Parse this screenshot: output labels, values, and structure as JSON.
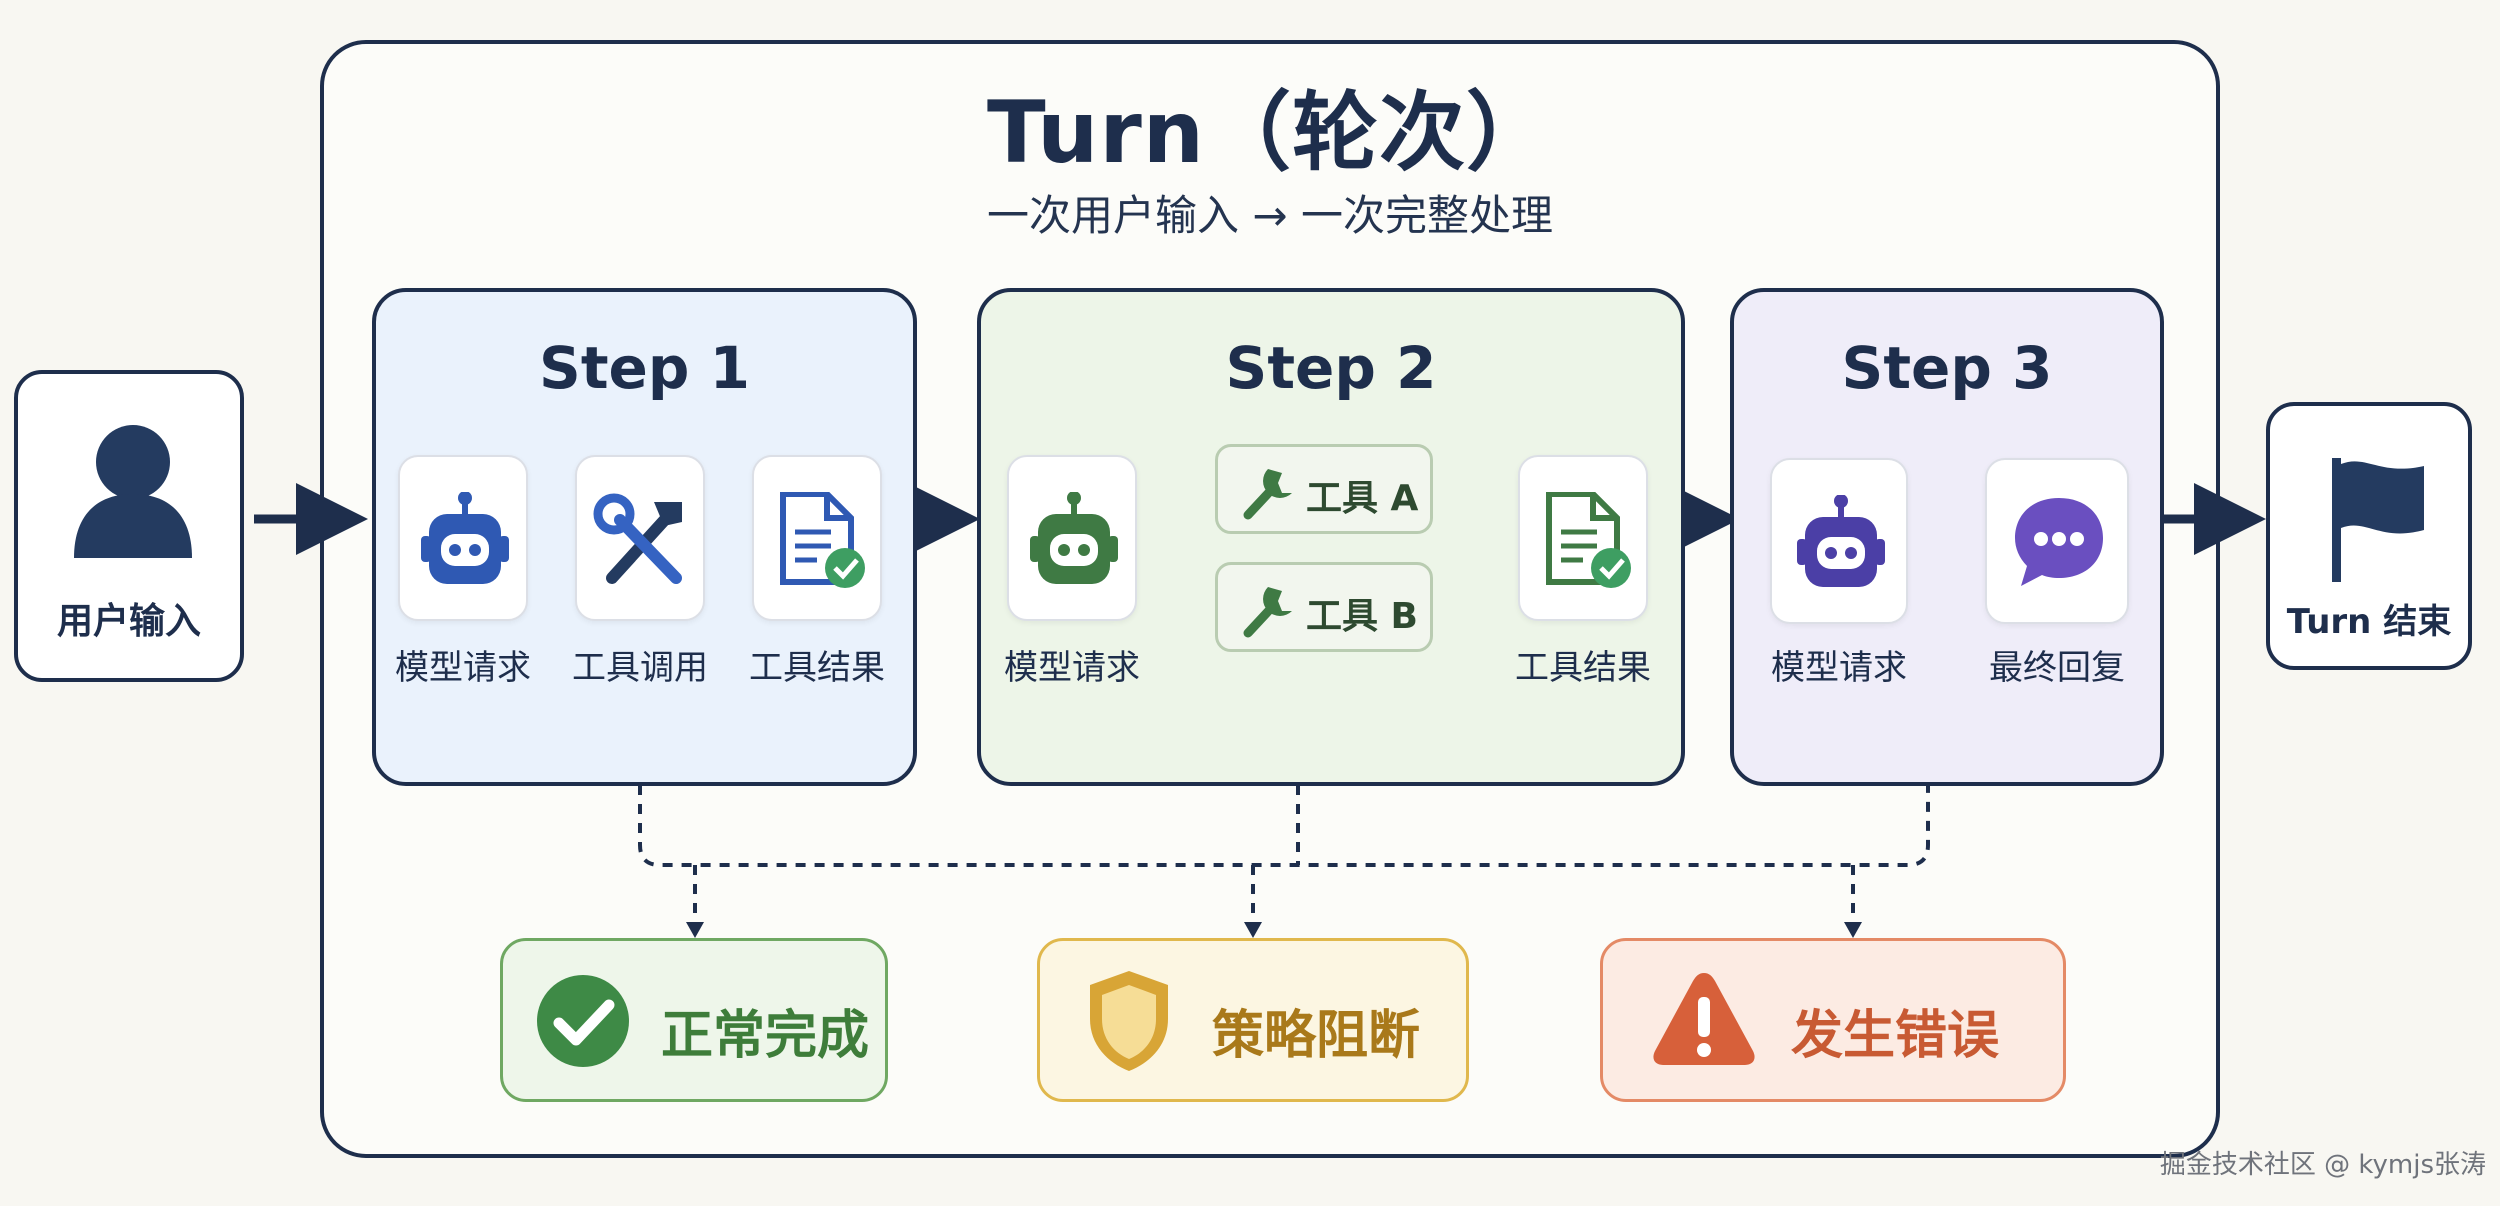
{
  "title": "Turn（轮次）",
  "subtitle": "一次用户输入 → 一次完整处理",
  "start_label": "用户输入",
  "end_label": "Turn 结束",
  "steps": [
    {
      "title": "Step 1",
      "nodes": [
        "模型请求",
        "工具调用",
        "工具结果"
      ]
    },
    {
      "title": "Step 2",
      "nodes": [
        "模型请求",
        "工具结果"
      ],
      "tools": [
        "工具 A",
        "工具 B"
      ]
    },
    {
      "title": "Step 3",
      "nodes": [
        "模型请求",
        "最终回复"
      ]
    }
  ],
  "outcomes": [
    {
      "label": "正常完成",
      "color": "#3e7d3a"
    },
    {
      "label": "策略阻断",
      "color": "#a9791a"
    },
    {
      "label": "发生错误",
      "color": "#c85a33"
    }
  ],
  "colors": {
    "navy": "#1e2e4c",
    "step1_bg": "#eaf2fc",
    "step2_bg": "#edf5e8",
    "step3_bg": "#efedf9"
  },
  "watermark": "掘金技术社区 @ kymjs张涛"
}
